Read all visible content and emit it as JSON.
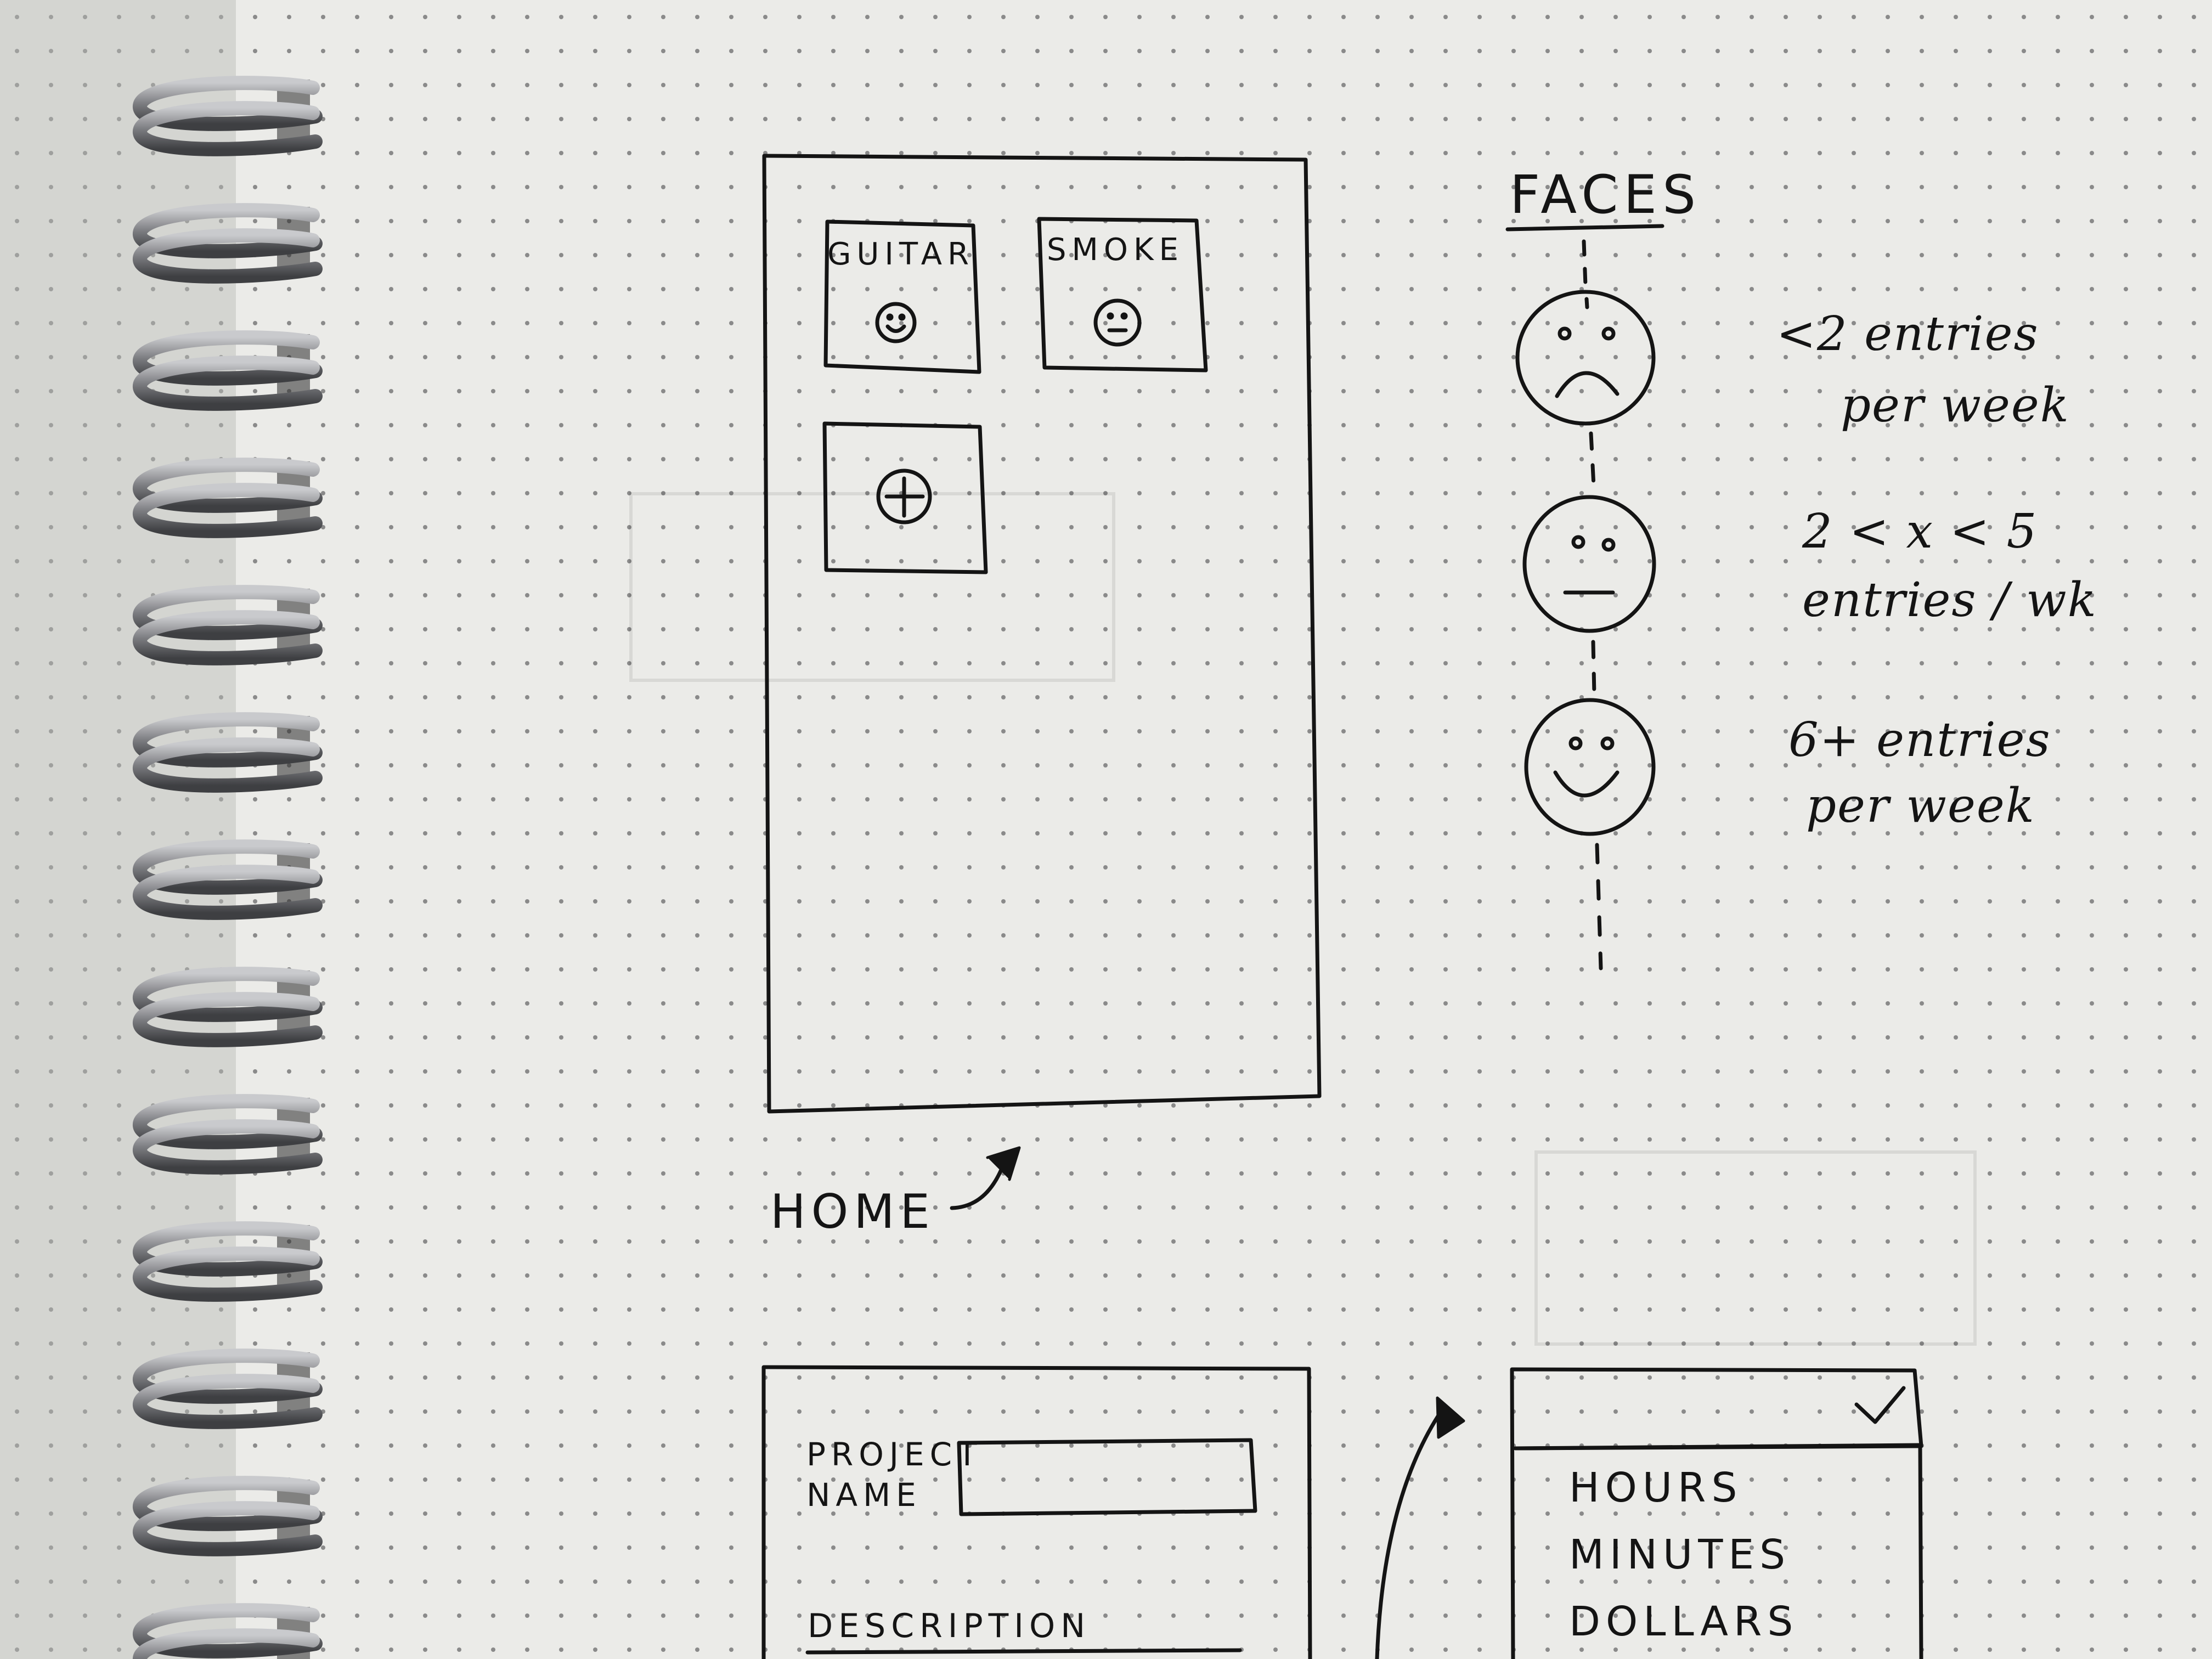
{
  "home_screen": {
    "caption": "HOME",
    "tiles": [
      {
        "label": "GUITAR",
        "face": "smiley-face-icon"
      },
      {
        "label": "SMOKE",
        "face": "neutral-face-icon"
      }
    ],
    "add_tile": {
      "icon": "plus-circle-icon"
    }
  },
  "faces_legend": {
    "title": "FACES",
    "items": [
      {
        "face": "sad-face-icon",
        "line1": "<2 entries",
        "line2": "per week"
      },
      {
        "face": "neutral-face-icon",
        "line1": "2 < x < 5",
        "line2": "entries / wk"
      },
      {
        "face": "happy-face-icon",
        "line1": "6+ entries",
        "line2": "per week"
      }
    ]
  },
  "new_project_screen": {
    "project_name_label_line1": "PROJECT",
    "project_name_label_line2": "NAME",
    "project_name_value": "",
    "description_label": "DESCRIPTION"
  },
  "units_dropdown": {
    "confirm_icon": "checkmark-icon",
    "options": [
      "HOURS",
      "MINUTES",
      "DOLLARS"
    ]
  },
  "colors": {
    "paper": "#ebebe8",
    "ink": "#141414",
    "dot": "#6a6a6a",
    "wire": "#8f9093"
  }
}
